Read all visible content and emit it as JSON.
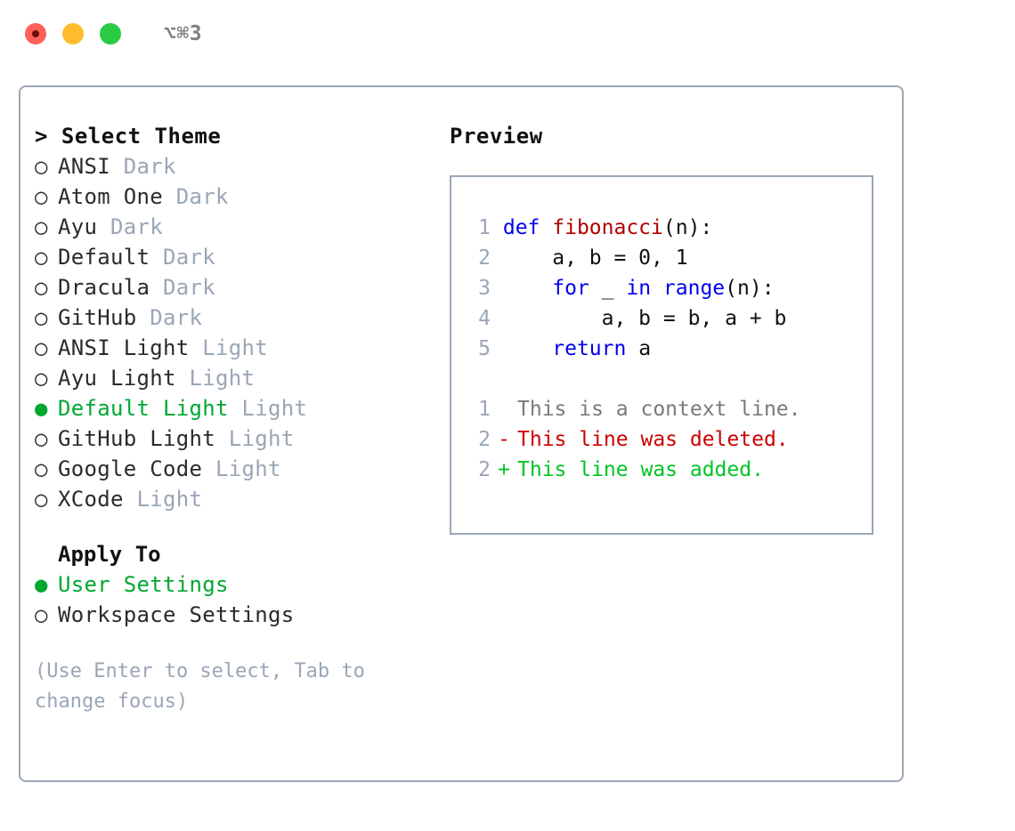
{
  "titlebar": {
    "shortcut": "⌥⌘3",
    "lights": [
      "close",
      "minimize",
      "zoom"
    ]
  },
  "theme_panel": {
    "header": "> Select Theme",
    "header_caret": ">",
    "header_text": "Select Theme",
    "bullet_selected": "●",
    "bullet_unselected": "○",
    "items": [
      {
        "label": "ANSI",
        "variant": "Dark",
        "selected": false
      },
      {
        "label": "Atom One",
        "variant": "Dark",
        "selected": false
      },
      {
        "label": "Ayu",
        "variant": "Dark",
        "selected": false
      },
      {
        "label": "Default",
        "variant": "Dark",
        "selected": false
      },
      {
        "label": "Dracula",
        "variant": "Dark",
        "selected": false
      },
      {
        "label": "GitHub",
        "variant": "Dark",
        "selected": false
      },
      {
        "label": "ANSI Light",
        "variant": "Light",
        "selected": false
      },
      {
        "label": "Ayu Light",
        "variant": "Light",
        "selected": false
      },
      {
        "label": "Default Light",
        "variant": "Light",
        "selected": true
      },
      {
        "label": "GitHub Light",
        "variant": "Light",
        "selected": false
      },
      {
        "label": "Google Code",
        "variant": "Light",
        "selected": false
      },
      {
        "label": "XCode",
        "variant": "Light",
        "selected": false
      }
    ]
  },
  "apply_to": {
    "header": "Apply To",
    "options": [
      {
        "label": "User Settings",
        "selected": true
      },
      {
        "label": "Workspace Settings",
        "selected": false
      }
    ]
  },
  "hint": "(Use Enter to select, Tab to change focus)",
  "preview": {
    "title": "Preview",
    "code_lines": [
      {
        "no": "1",
        "tokens": [
          {
            "t": "def ",
            "c": "kw"
          },
          {
            "t": "fibonacci",
            "c": "fn"
          },
          {
            "t": "(n):",
            "c": "plain"
          }
        ]
      },
      {
        "no": "2",
        "tokens": [
          {
            "t": "    a, b = 0, 1",
            "c": "plain"
          }
        ]
      },
      {
        "no": "3",
        "tokens": [
          {
            "t": "    ",
            "c": "plain"
          },
          {
            "t": "for",
            "c": "kw"
          },
          {
            "t": " _ ",
            "c": "plain"
          },
          {
            "t": "in",
            "c": "kw"
          },
          {
            "t": " ",
            "c": "plain"
          },
          {
            "t": "range",
            "c": "kw"
          },
          {
            "t": "(n):",
            "c": "plain"
          }
        ]
      },
      {
        "no": "4",
        "tokens": [
          {
            "t": "        a, b = b, a + b",
            "c": "plain"
          }
        ]
      },
      {
        "no": "5",
        "tokens": [
          {
            "t": "    ",
            "c": "plain"
          },
          {
            "t": "return",
            "c": "kw"
          },
          {
            "t": " a",
            "c": "plain"
          }
        ]
      }
    ],
    "diff_lines": [
      {
        "no": "1",
        "marker": " ",
        "text": "This is a context line.",
        "kind": "context"
      },
      {
        "no": "2",
        "marker": "-",
        "text": "This line was deleted.",
        "kind": "del"
      },
      {
        "no": "2",
        "marker": "+",
        "text": "This line was added.",
        "kind": "add"
      }
    ]
  },
  "colors": {
    "selected_green": "#00a832",
    "diff_add_green": "#00c425",
    "diff_del_red": "#cc0000",
    "keyword_blue": "#0000ee",
    "function_red": "#b00000",
    "muted": "#9aa6b6",
    "border": "#9aa6b6"
  }
}
